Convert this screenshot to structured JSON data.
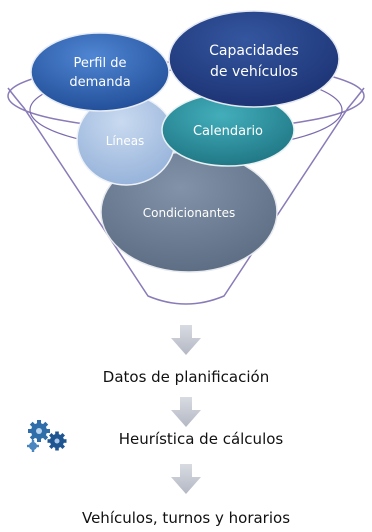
{
  "funnel": {
    "bubbles": {
      "perfil": {
        "line1": "Perfil de",
        "line2": "demanda"
      },
      "capacidades": {
        "line1": "Capacidades",
        "line2": "de vehículos"
      },
      "lineas": "Líneas",
      "calendario": "Calendario",
      "condicionantes": "Condicionantes"
    }
  },
  "flow": {
    "step1": "Datos de planificación",
    "step2": "Heurística de cálculos",
    "step3": "Vehículos, turnos y horarios",
    "step2_icon": "gears-icon"
  },
  "colors": {
    "funnel_outline": "#8a7bb8",
    "perfil": "#2f5fa8",
    "capacidades": "#243e84",
    "lineas": "#a9c2e4",
    "calendario": "#2b8f9e",
    "condicionantes": "#6f8198",
    "arrow": "#c4c8d2"
  }
}
